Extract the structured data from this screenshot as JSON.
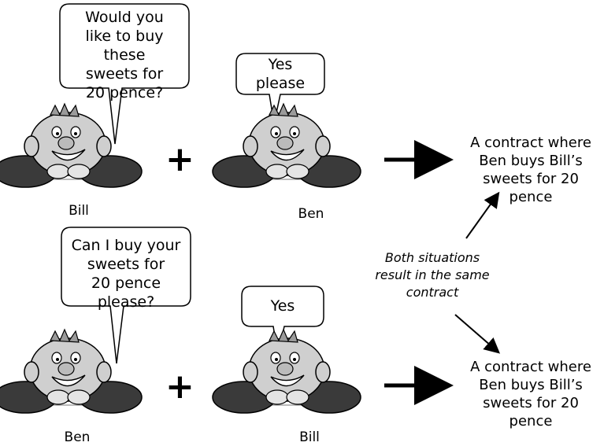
{
  "top_scene": {
    "left_name": "Bill",
    "left_speech": "Would you\nlike to buy these\nsweets for\n20 pence?",
    "plus": "+",
    "right_name": "Ben",
    "right_speech": "Yes\nplease",
    "result": "A contract where\nBen buys Bill’s\nsweets for 20 pence"
  },
  "bottom_scene": {
    "left_name": "Ben",
    "left_speech": "Can I buy your\nsweets for\n20 pence please?",
    "plus": "+",
    "right_name": "Bill",
    "right_speech": "Yes",
    "result": "A contract where\nBen buys Bill’s\nsweets for 20 pence"
  },
  "note": "Both situations\nresult in the same\ncontract",
  "colors": {
    "face": "#cfcfcf",
    "hair": "#9a9a9a",
    "body": "#3a3a3a",
    "ink": "#000000"
  }
}
